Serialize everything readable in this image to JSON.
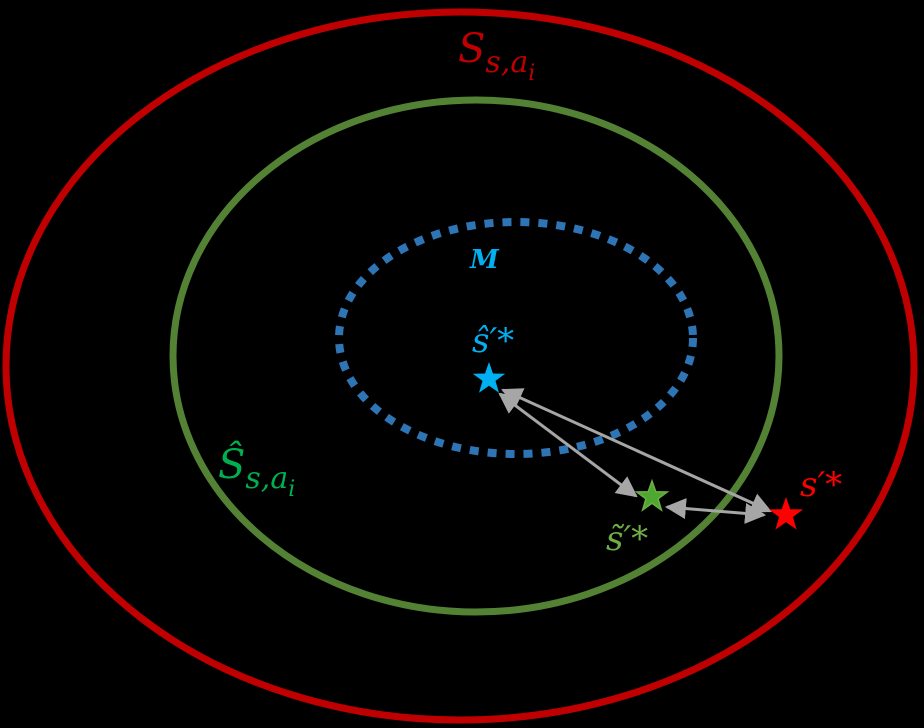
{
  "colors": {
    "background": "#000000",
    "outer": "#c00000",
    "inner": "#548235",
    "manifold": "#2e75b6",
    "star_model": "#00b0f0",
    "star_true": "#ff0000",
    "star_approx": "#4ea72e",
    "label_model": "#00b0f0",
    "label_true": "#ff0000",
    "label_approx": "#70ad47",
    "label_set_hat": "#00b050",
    "arrow": "#a6a6a6"
  },
  "labels": {
    "outer_set": {
      "main": "S",
      "sub": "s,a",
      "subsub": "i"
    },
    "inner_set": {
      "main": "Ŝ",
      "sub": "s,a",
      "subsub": "i"
    },
    "manifold": "M",
    "model_state": "ŝ′*",
    "true_state": "s′*",
    "approx_state": "s̃′*"
  },
  "icons": {
    "model_state": "star-icon",
    "true_state": "star-icon",
    "approx_state": "star-icon"
  },
  "arrows": [
    {
      "from": "model_state",
      "to": "true_state",
      "type": "double-headed"
    },
    {
      "from": "model_state",
      "to": "approx_state",
      "type": "double-headed"
    },
    {
      "from": "approx_state",
      "to": "true_state",
      "type": "double-headed"
    }
  ]
}
